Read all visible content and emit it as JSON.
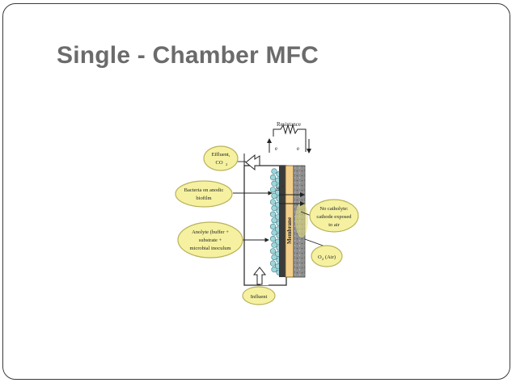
{
  "slide": {
    "title": "Single - Chamber MFC"
  },
  "diagram": {
    "resistance": "Resistance",
    "electron_left": "e",
    "electron_right": "e",
    "membrane": "Membrane",
    "proton": "H",
    "labels": {
      "effluent_line1": "Effluent,",
      "effluent_line2": "CO",
      "bacteria_line1": "Bacteria on anodic",
      "bacteria_line2": "biofilm",
      "anolyte_line1": "Anolyte (buffer +",
      "anolyte_line2": "substrate +",
      "anolyte_line3": "microbial inoculum",
      "catholyte_line1": "No catholyte:",
      "catholyte_line2": "cathode exposed",
      "catholyte_line3": "to air",
      "o2": "O",
      "o2_suffix": "(Air)",
      "influent": "Influent"
    },
    "colors": {
      "bubble": "#f5f1a0",
      "bubble_stroke": "#b9b25a",
      "membrane": "#f3cf8a",
      "cathode": "#9a9a9a",
      "biofilm": "#9fd6dc"
    }
  }
}
